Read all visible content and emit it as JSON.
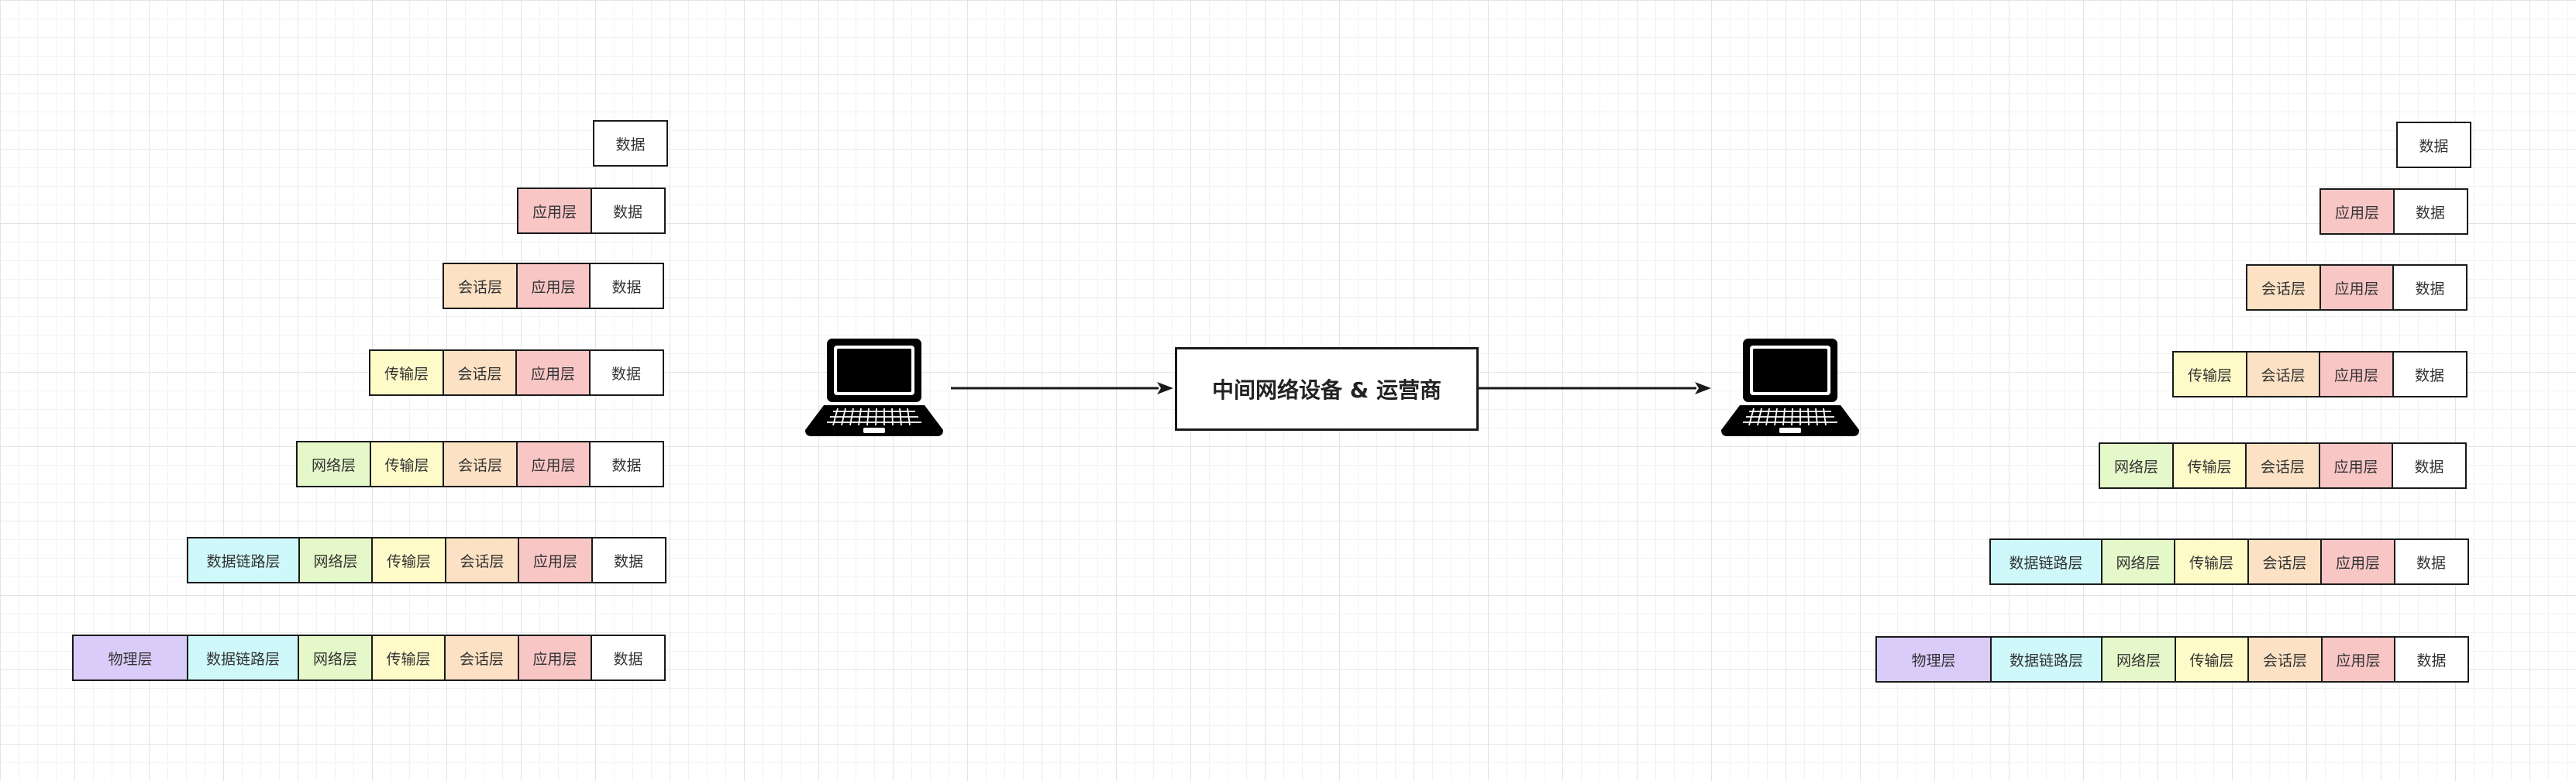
{
  "colors": {
    "physical": "#d9ccf9",
    "datalink": "#cff8fb",
    "network": "#e5f8c9",
    "transport": "#fefbc8",
    "session": "#fce1c4",
    "application": "#f9c6c6",
    "data": "#ffffff"
  },
  "layers": {
    "physical": "物理层",
    "datalink": "数据链路层",
    "network": "网络层",
    "transport": "传输层",
    "session": "会话层",
    "application": "应用层",
    "data": "数据"
  },
  "middle_box": "中间网络设备 & 运营商",
  "icons": {
    "left_host": "laptop-icon",
    "right_host": "laptop-icon"
  }
}
